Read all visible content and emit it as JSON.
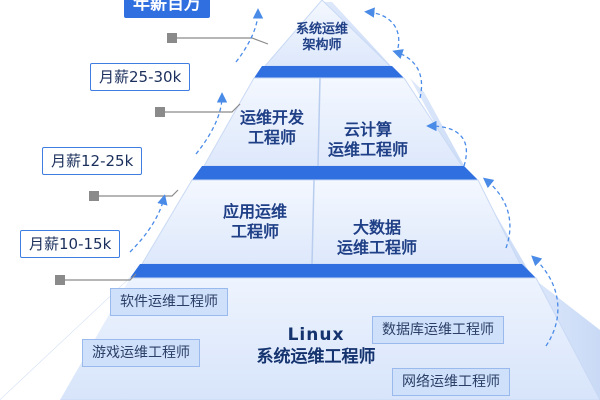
{
  "salary_labels": {
    "top": "年薪百万",
    "level3": "月薪25-30k",
    "level2": "月薪12-25k",
    "level1": "月薪10-15k"
  },
  "pyramid": {
    "apex": {
      "line1": "系统运维",
      "line2": "架构师"
    },
    "tier3_left": {
      "line1": "运维开发",
      "line2": "工程师"
    },
    "tier3_right": {
      "line1": "云计算",
      "line2": "运维工程师"
    },
    "tier2_left": {
      "line1": "应用运维",
      "line2": "工程师"
    },
    "tier2_right": {
      "line1": "大数据",
      "line2": "运维工程师"
    },
    "base": {
      "title_line1": "Linux",
      "title_line2": "系统运维工程师",
      "tags_left": [
        "软件运维工程师",
        "游戏运维工程师"
      ],
      "tags_right": [
        "数据库运维工程师",
        "网络运维工程师"
      ]
    }
  },
  "colors": {
    "accent": "#2f6fe0",
    "tier_fill": "#e7effd",
    "tag_fill": "#cfe0fb",
    "title_text": "#1f3f86"
  }
}
